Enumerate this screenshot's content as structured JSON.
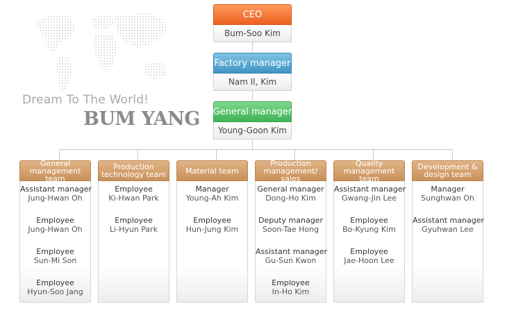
{
  "header": {
    "slogan": "Dream To The World!",
    "brand": "BUM YANG"
  },
  "executives": [
    {
      "title": "CEO",
      "name": "Bum-Soo Kim",
      "color": "#ec5f1f"
    },
    {
      "title": "Factory manager",
      "name": "Nam Il, Kim",
      "color": "#3f94c4"
    },
    {
      "title": "General manager",
      "name": "Young-Goon Kim",
      "color": "#3fb157"
    }
  ],
  "teams": [
    {
      "name": "General management team",
      "members": [
        {
          "role": "Assistant manager",
          "name": "Jung-Hwan Oh"
        },
        {
          "role": "Employee",
          "name": "Jung-Hwan Oh"
        },
        {
          "role": "Employee",
          "name": "Sun-Mi Son"
        },
        {
          "role": "Employee",
          "name": "Hyun-Soo Jang"
        }
      ]
    },
    {
      "name": "Production technology team",
      "members": [
        {
          "role": "Employee",
          "name": "Ki-Hwan Park"
        },
        {
          "role": "Employee",
          "name": "Li-Hyun Park"
        }
      ]
    },
    {
      "name": "Material team",
      "members": [
        {
          "role": "Manager",
          "name": "Young-Ah Kim"
        },
        {
          "role": "Employee",
          "name": "Hun-Jung Kim"
        }
      ]
    },
    {
      "name": "Production management/ sales",
      "members": [
        {
          "role": "General manager",
          "name": "Dong-Ho Kim"
        },
        {
          "role": "Deputy manager",
          "name": "Soon-Tae Hong"
        },
        {
          "role": "Assistant manager",
          "name": "Gu-Sun Kwon"
        },
        {
          "role": "Employee",
          "name": "In-Ho Kim"
        }
      ]
    },
    {
      "name": "Quality management team",
      "members": [
        {
          "role": "Assistant manager",
          "name": "Gwang-Jin Lee"
        },
        {
          "role": "Employee",
          "name": "Bo-Kyung Kim"
        },
        {
          "role": "Employee",
          "name": "Jae-Hoon Lee"
        }
      ]
    },
    {
      "name": "Development & design team",
      "members": [
        {
          "role": "Manager",
          "name": "Sunghwan Oh"
        },
        {
          "role": "Assistant manager",
          "name": "Gyuhwan Lee"
        }
      ]
    }
  ],
  "colors": {
    "team_header": "#c9915a",
    "connector": "#c8c8c8"
  }
}
